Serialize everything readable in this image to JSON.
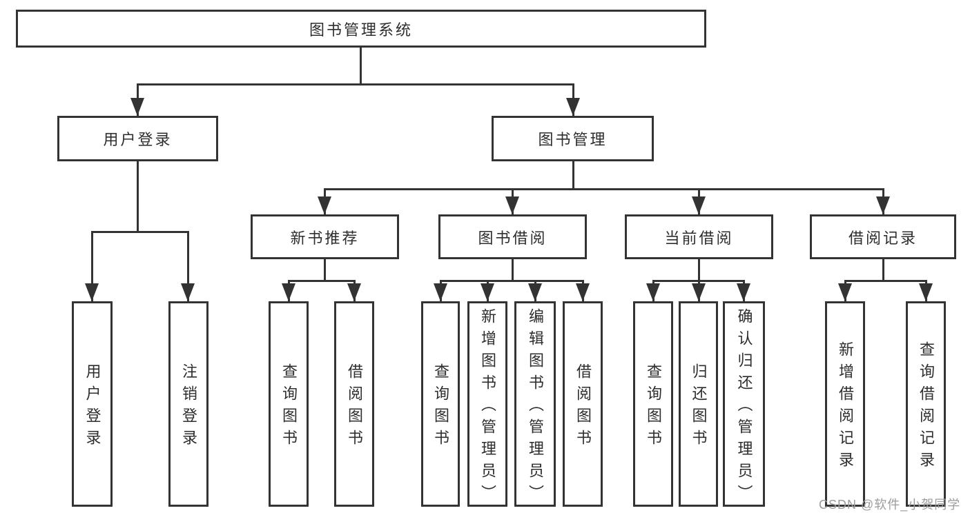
{
  "tree": {
    "root": "图书管理系统",
    "user_login": {
      "label": "用户登录",
      "children": [
        "用户登录",
        "注销登录"
      ]
    },
    "book_management": {
      "label": "图书管理",
      "groups": [
        {
          "label": "新书推荐",
          "children": [
            "查询图书",
            "借阅图书"
          ]
        },
        {
          "label": "图书借阅",
          "children": [
            "查询图书",
            "新增图书（管理员）",
            "编辑图书（管理员）",
            "借阅图书"
          ]
        },
        {
          "label": "当前借阅",
          "children": [
            "查询图书",
            "归还图书",
            "确认归还（管理员）"
          ]
        },
        {
          "label": "借阅记录",
          "children": [
            "新增借阅记录",
            "查询借阅记录"
          ]
        }
      ]
    }
  },
  "watermark": "CSDN @软件_小贺同学"
}
